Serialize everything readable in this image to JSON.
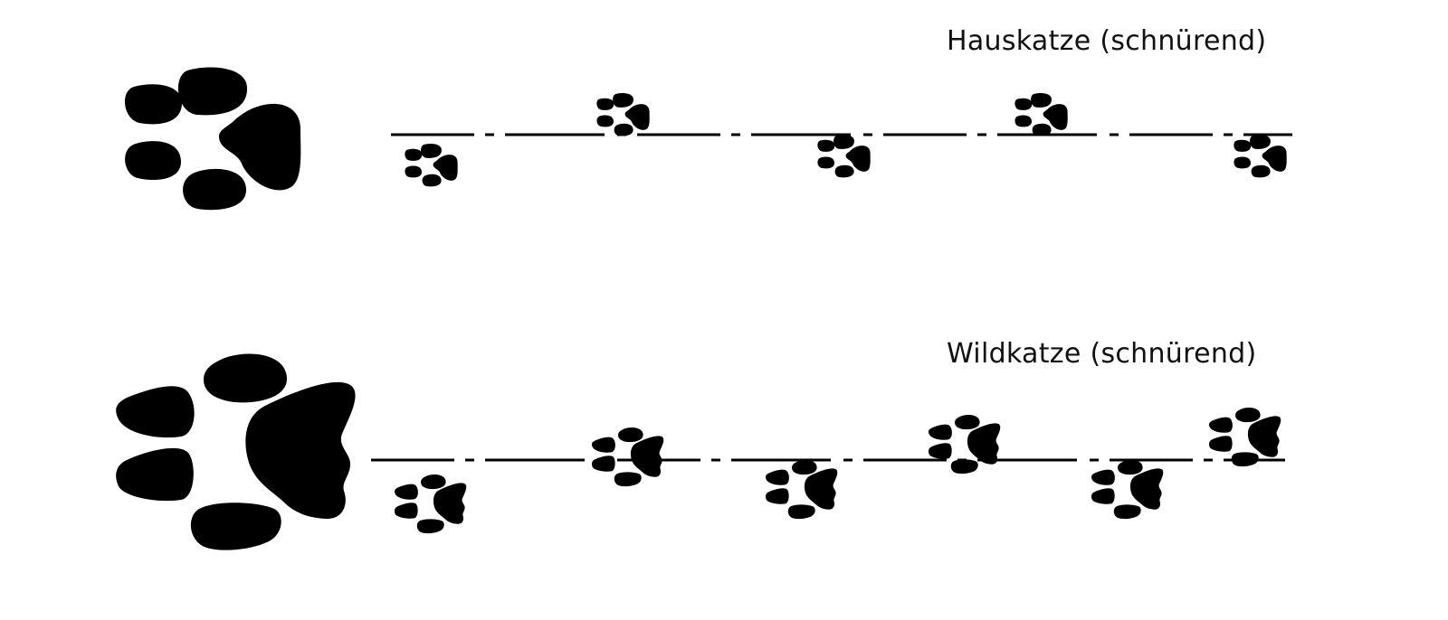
{
  "colors": {
    "ink": "#000000",
    "background": "#ffffff"
  },
  "rows": [
    {
      "id": "house",
      "label": "Hauskatze (schnürend)"
    },
    {
      "id": "wild",
      "label": "Wildkatze (schnürend)"
    }
  ]
}
